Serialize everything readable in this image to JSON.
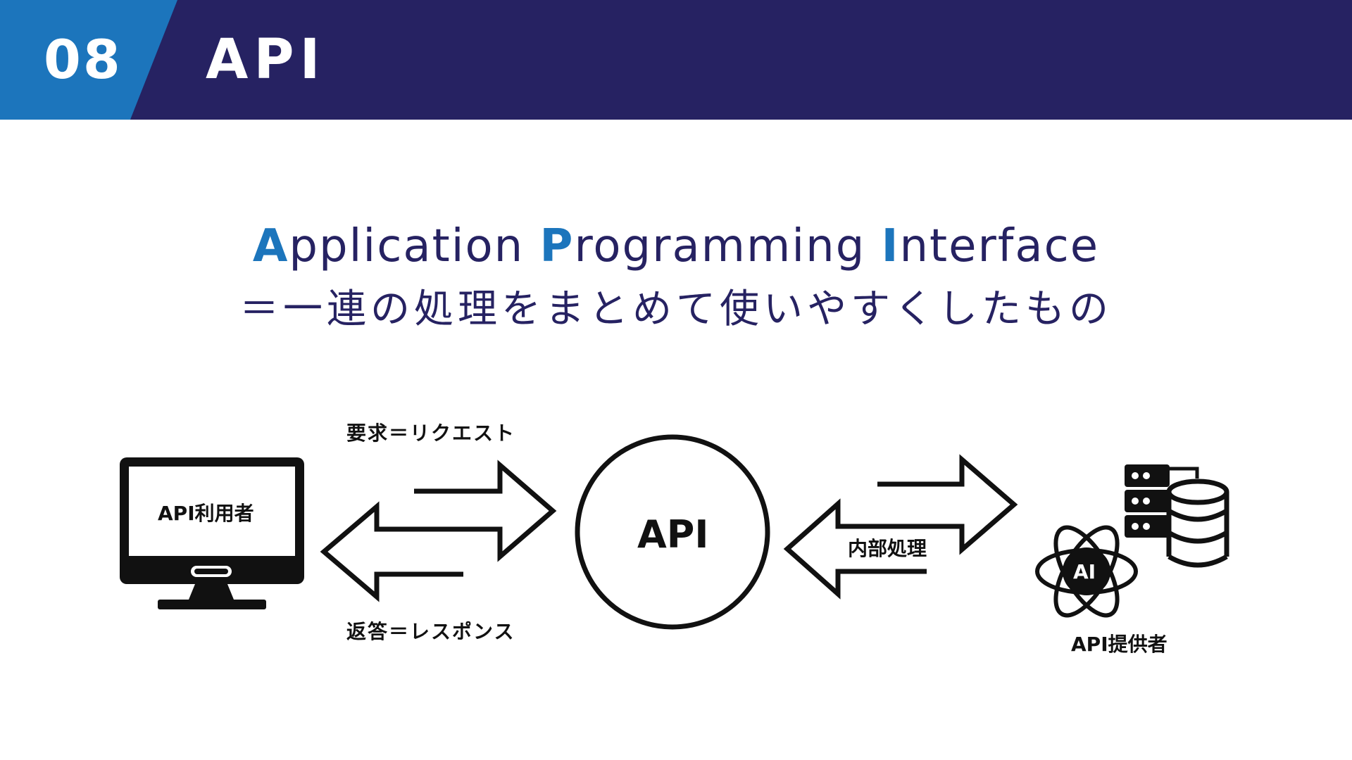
{
  "header": {
    "section_number": "08",
    "title": "API",
    "colors": {
      "number_block": "#1c75bc",
      "title_bar": "#262262"
    }
  },
  "subtitle": {
    "line1": [
      {
        "initial": "A",
        "rest": "pplication"
      },
      {
        "initial": "P",
        "rest": "rogramming"
      },
      {
        "initial": "I",
        "rest": "nterface"
      }
    ],
    "line2": "＝一連の処理をまとめて使いやすくしたもの",
    "colors": {
      "initial": "#1c75bc",
      "text": "#262262"
    }
  },
  "diagram": {
    "user_label": "API利用者",
    "request_label": "要求＝リクエスト",
    "response_label": "返答＝レスポンス",
    "api_label": "API",
    "internal_label": "内部処理",
    "provider_label": "API提供者",
    "ai_badge": "AI",
    "icons": [
      "monitor-icon",
      "server-icon",
      "database-icon",
      "atom-icon"
    ]
  }
}
